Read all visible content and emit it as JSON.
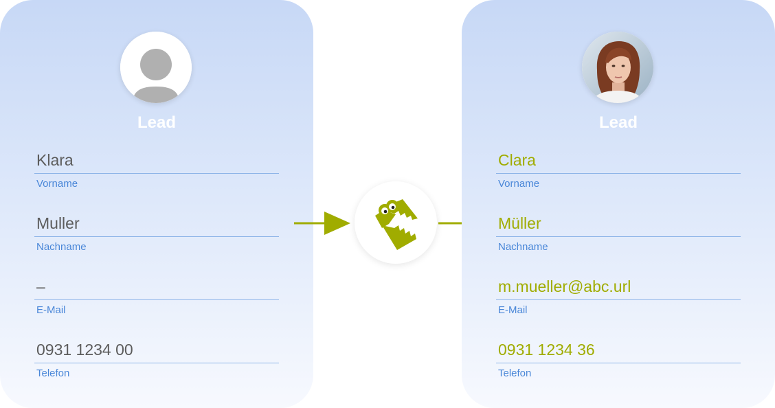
{
  "source_card": {
    "title": "Lead",
    "avatar": "person-placeholder-icon",
    "fields": [
      {
        "value": "Klara",
        "label": "Vorname"
      },
      {
        "value": "Muller",
        "label": "Nachname"
      },
      {
        "value": "–",
        "label": "E-Mail"
      },
      {
        "value": "0931 1234 00",
        "label": "Telefon"
      }
    ]
  },
  "target_card": {
    "title": "Lead",
    "avatar": "portrait-photo",
    "fields": [
      {
        "value": "Clara",
        "label": "Vorname"
      },
      {
        "value": "Müller",
        "label": "Nachname"
      },
      {
        "value": "m.mueller@abc.url",
        "label": "E-Mail"
      },
      {
        "value": "0931 1234 36",
        "label": "Telefon"
      }
    ]
  },
  "center_logo": "crocodile-logo-icon",
  "colors": {
    "accent": "#a0ac00",
    "label": "#4a87d8",
    "rule": "#8db4e8",
    "source_text": "#5c5c5c",
    "card_top": "#c7d8f6"
  }
}
